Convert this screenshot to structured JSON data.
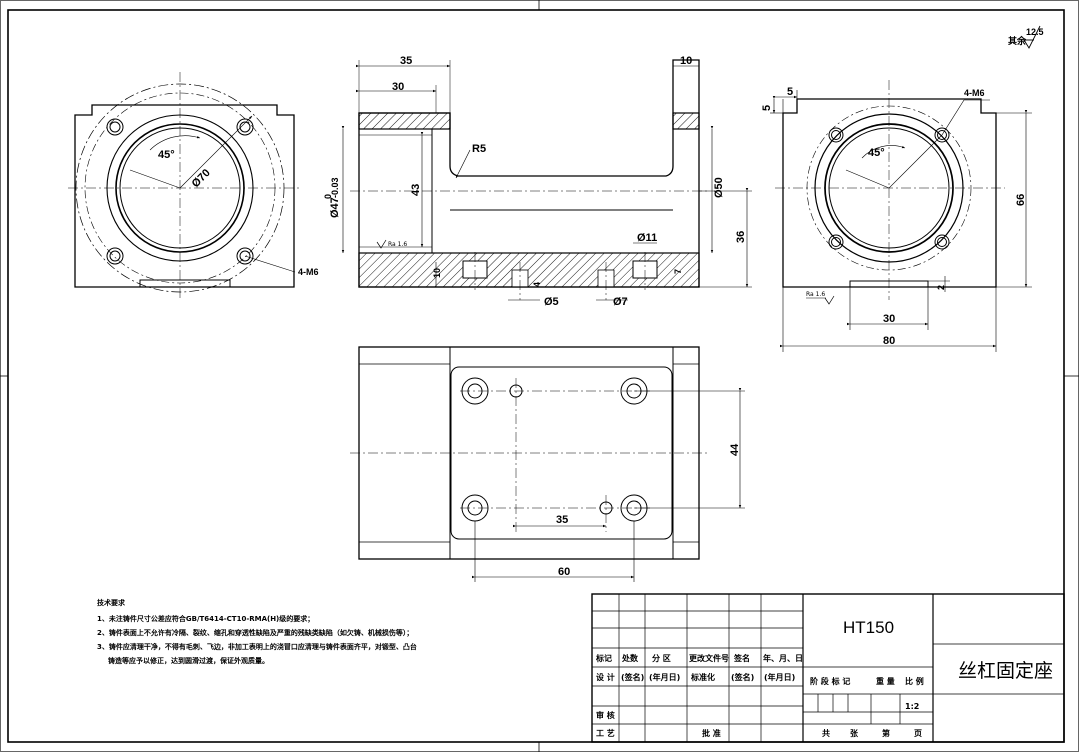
{
  "views": {
    "front_left": {
      "angle": "45°",
      "bolt_circle": "Ø70",
      "thread_callout": "4-M6"
    },
    "section": {
      "dim_35_top": "35",
      "dim_30_top": "30",
      "dim_10_top": "10",
      "fillet": "R5",
      "bore_dia": "Ø47",
      "bore_tol_upper": "0",
      "bore_tol_lower": "-0.03",
      "dim_43": "43",
      "dim_50": "Ø50",
      "dim_36": "36",
      "hole_11": "Ø11",
      "hole_5": "Ø5",
      "hole_7": "Ø7",
      "dim_10_bottom": "10",
      "dim_7": "7",
      "dim_4": "4",
      "roughness": "Ra 1.6"
    },
    "side": {
      "dim_5_h": "5",
      "dim_5_v": "5",
      "thread_callout": "4-M6",
      "angle": "45°",
      "dim_66": "66",
      "dim_30": "30",
      "dim_80": "80",
      "dim_2": "2",
      "roughness": "Ra 1.6"
    },
    "top": {
      "dim_44": "44",
      "dim_35": "35",
      "dim_60": "60"
    }
  },
  "surface_finish": {
    "label": "其余",
    "value": "12.5"
  },
  "notes": {
    "heading": "技术要求",
    "lines": [
      "1、未注铸件尺寸公差应符合GB/T6414-CT10-RMA(H)级的要求；",
      "2、铸件表面上不允许有冷隔、裂纹、缩孔和穿透性缺陷及严重的残缺类缺陷（如欠铸、机械损伤等）；",
      "3、铸件应清理干净，不得有毛刺、飞边，非加工表明上的浇冒口应清理与铸件表面齐平，对锻型、凸台",
      "铸造等应予以修正，达到圆滑过渡，保证外观质量。"
    ]
  },
  "title_block": {
    "material": "HT150",
    "part_name": "丝杠固定座",
    "scale": "1:2",
    "row1": [
      "标记",
      "处数",
      "分 区",
      "更改文件号",
      "签名",
      "年、月、日"
    ],
    "row2": [
      "设 计",
      "(签名)",
      "(年月日)",
      "标准化",
      "(签名)",
      "(年月日)"
    ],
    "row3": [
      "阶 段 标 记",
      "重 量",
      "比 例"
    ],
    "review": "审 核",
    "craft": "工 艺",
    "approve": "批 准",
    "sheets": [
      "共",
      "张",
      "第",
      "页"
    ]
  }
}
